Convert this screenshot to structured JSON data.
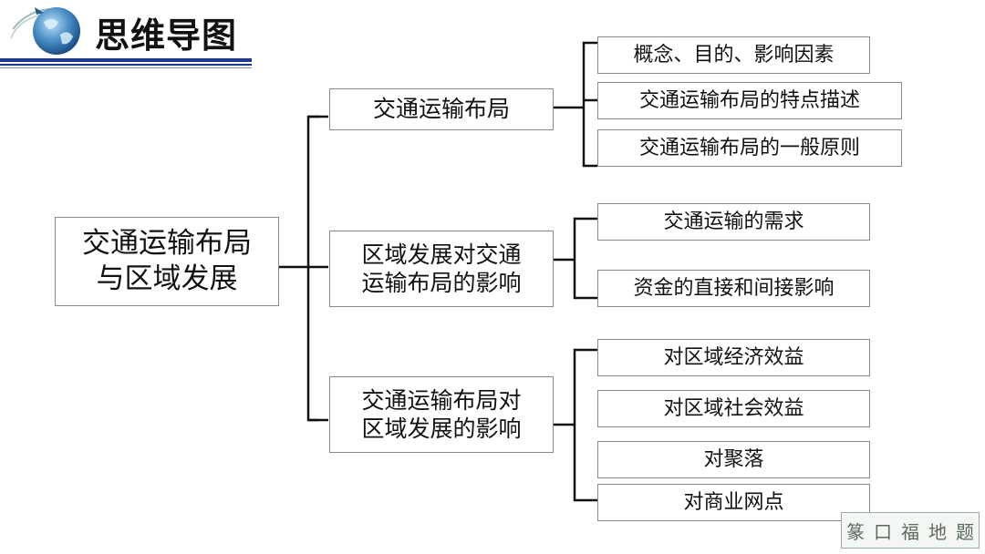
{
  "header": {
    "title": "思维导图"
  },
  "mindmap": {
    "root": {
      "line1": "交通运输布局",
      "line2": "与区域发展"
    },
    "branches": [
      {
        "label": "交通运输布局",
        "children": [
          "概念、目的、影响因素",
          "交通运输布局的特点描述",
          "交通运输布局的一般原则"
        ]
      },
      {
        "line1": "区域发展对交通",
        "line2": "运输布局的影响",
        "children": [
          "交通运输的需求",
          "资金的直接和间接影响"
        ]
      },
      {
        "line1": "交通运输布局对",
        "line2": "区域发展的影响",
        "children": [
          "对区域经济效益",
          "对区域社会效益",
          "对聚落",
          "对商业网点"
        ]
      }
    ]
  },
  "watermark": {
    "chars": [
      "篆",
      "口",
      "福",
      "地",
      "题"
    ]
  }
}
